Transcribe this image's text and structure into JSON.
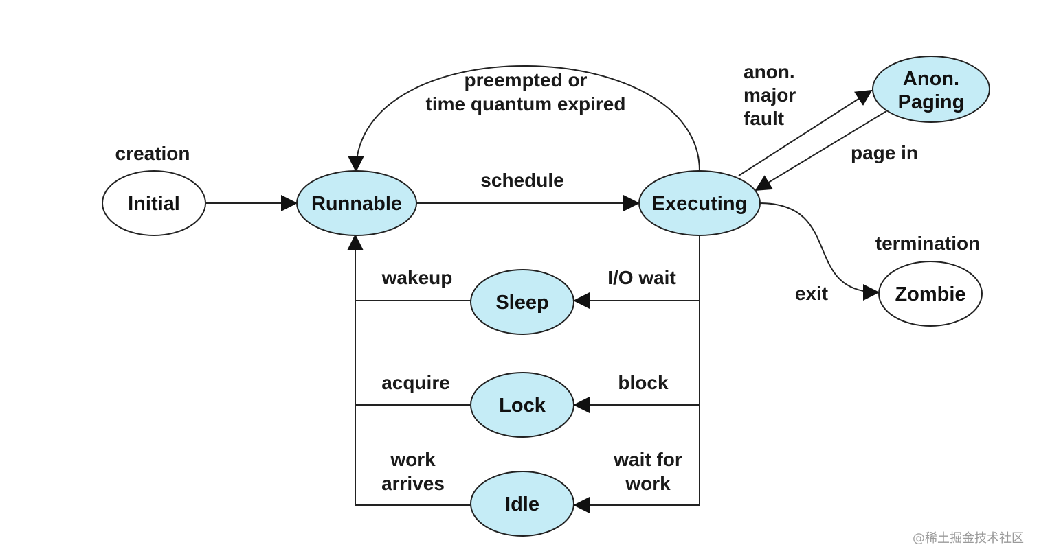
{
  "colors": {
    "active_fill": "#c5ecf6",
    "inactive_fill": "#ffffff",
    "stroke": "#222222",
    "text": "#111111"
  },
  "states": {
    "initial": "Initial",
    "runnable": "Runnable",
    "executing": "Executing",
    "anon_paging": [
      "Anon.",
      "Paging"
    ],
    "sleep": "Sleep",
    "lock": "Lock",
    "idle": "Idle",
    "zombie": "Zombie"
  },
  "transitions": {
    "creation": "creation",
    "schedule": "schedule",
    "preempted": [
      "preempted or",
      "time quantum expired"
    ],
    "anon_major_fault": [
      "anon.",
      "major",
      "fault"
    ],
    "page_in": "page in",
    "termination": "termination",
    "exit": "exit",
    "wakeup": "wakeup",
    "io_wait": "I/O wait",
    "acquire": "acquire",
    "block": "block",
    "work_arrives": [
      "work",
      "arrives"
    ],
    "wait_for_work": [
      "wait for",
      "work"
    ]
  },
  "watermark": "@稀土掘金技术社区"
}
